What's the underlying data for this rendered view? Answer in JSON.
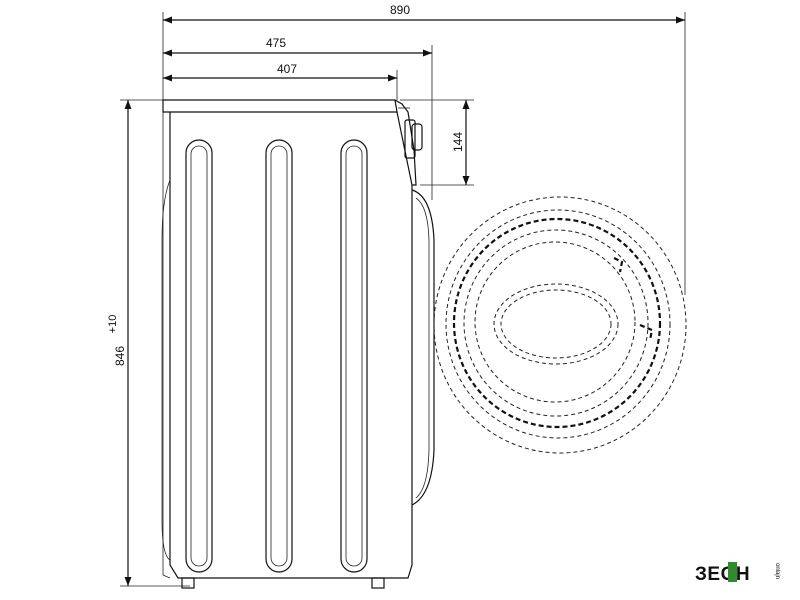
{
  "dimensions": {
    "total_depth": "890",
    "body_depth_with_door": "475",
    "body_depth": "407",
    "panel_height": "144",
    "height": "846",
    "height_tolerance": "+10"
  },
  "logo": {
    "brand": "ЗЕОН",
    "suffix": "onlajn"
  },
  "colors": {
    "line": "#111111",
    "logo_accent": "#2e8b2e"
  }
}
